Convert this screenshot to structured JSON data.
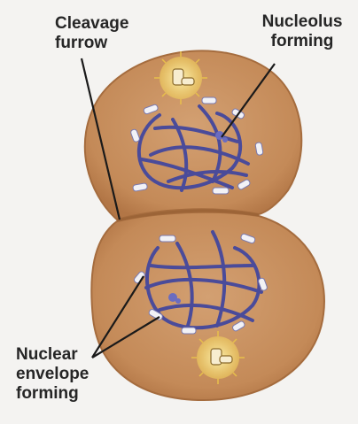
{
  "labels": {
    "cleavage_furrow": {
      "line1": "Cleavage",
      "line2": "furrow"
    },
    "nucleolus_forming": {
      "line1": "Nucleolus",
      "line2": "forming"
    },
    "nuclear_envelope_forming": {
      "line1": "Nuclear",
      "line2": "envelope",
      "line3": "forming"
    }
  },
  "colors": {
    "background": "#f4f3f1",
    "cytoplasm": "#c78f5f",
    "cytoplasm_edge": "#a56c3e",
    "chromosome": "#4a4b9a",
    "chromosome_highlight": "#6a6cc0",
    "envelope_fragment": "#f2f2f6",
    "centrosome_glow": "#f5dc78",
    "leader_line": "#1a1a1a",
    "text": "#262626"
  }
}
